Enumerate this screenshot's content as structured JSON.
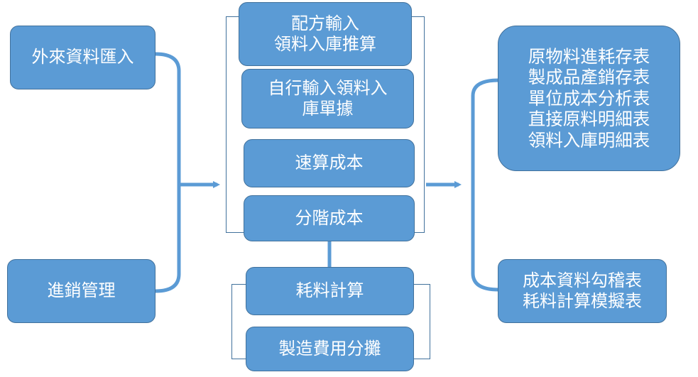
{
  "inputs": {
    "external": "外來資料匯入",
    "sales": "進銷管理"
  },
  "center": {
    "formula": [
      "配方輸入",
      "領料入庫推算"
    ],
    "manual": [
      "自行輸入領料入",
      "庫單據"
    ],
    "quick_cost": "速算成本",
    "stage_cost": "分階成本"
  },
  "sub": {
    "consumption": "耗料計算",
    "overhead": "製造費用分攤"
  },
  "reports": {
    "main": [
      "原物料進耗存表",
      "製成品產銷存表",
      "單位成本分析表",
      "直接原料明細表",
      "領料入庫明細表"
    ],
    "secondary": [
      "成本資料勾稽表",
      "耗料計算模擬表"
    ]
  },
  "colors": {
    "box_fill": "#5b9bd5",
    "box_border": "#41719c",
    "text": "#ffffff"
  }
}
